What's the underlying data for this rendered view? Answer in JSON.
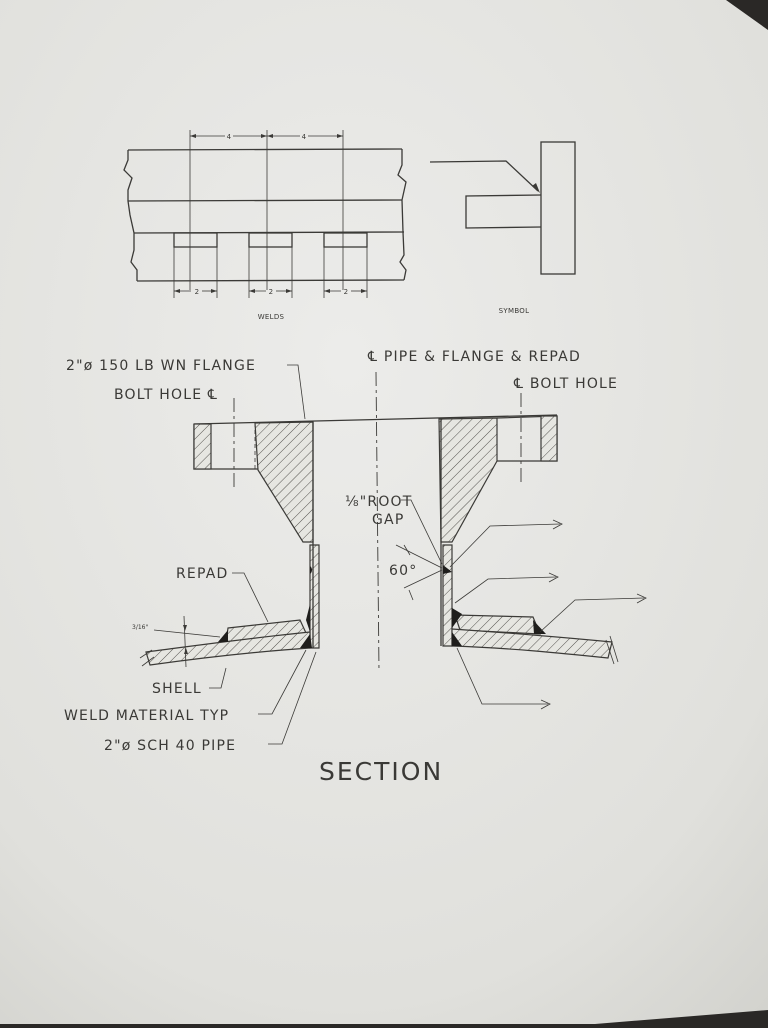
{
  "welds_view": {
    "spacing_label_1": "4",
    "spacing_label_2": "4",
    "length_label_1": "2",
    "length_label_2": "2",
    "length_label_3": "2",
    "caption": "WELDS"
  },
  "symbol_view": {
    "caption": "SYMBOL"
  },
  "section": {
    "flange_label": "2\"ø 150 LB WN FLANGE",
    "bolt_hole_cl_left": "BOLT HOLE ℄",
    "centerline_label": "℄ PIPE & FLANGE & REPAD",
    "bolt_hole_cl_right": "℄ BOLT HOLE",
    "root_gap_label": "⅛\"ROOT",
    "root_gap_label_2": "GAP",
    "angle_label": "60°",
    "repad_label": "REPAD",
    "thickness_label": "3/16\"",
    "shell_label": "SHELL",
    "weld_material_label": "WELD MATERIAL TYP",
    "pipe_label": "2\"ø SCH 40 PIPE",
    "title": "SECTION"
  }
}
